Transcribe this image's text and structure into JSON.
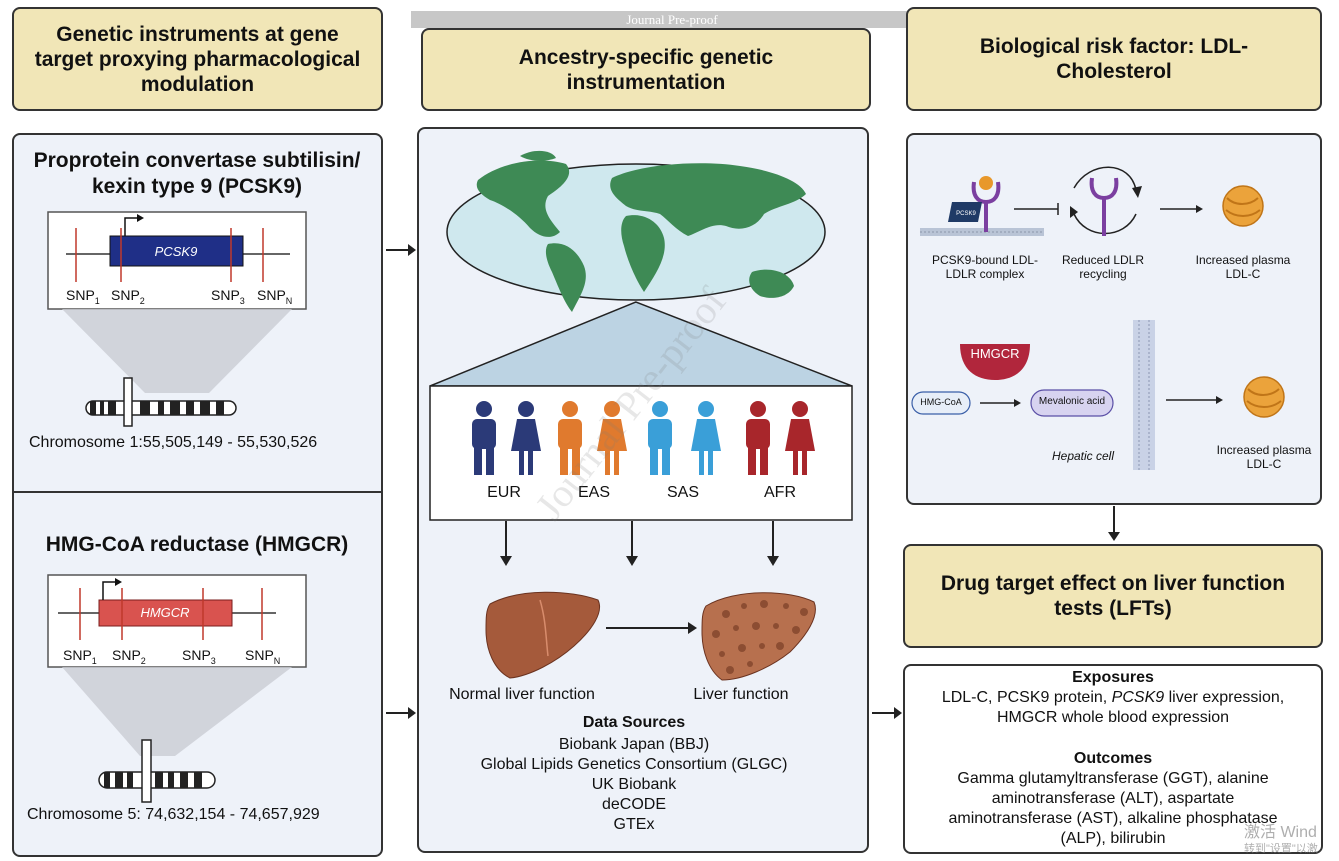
{
  "banner": "Journal Pre-proof",
  "watermark": "Journal Pre-proof",
  "headers": {
    "genetic_instruments": "Genetic instruments at gene target proxying pharmacological modulation",
    "ancestry": "Ancestry-specific genetic instrumentation",
    "risk_factor": "Biological risk factor: LDL-Cholesterol",
    "drug_target": "Drug target effect on liver function tests (LFTs)"
  },
  "pcsk9": {
    "title": "Proprotein convertase subtilisin/ kexin type 9 (PCSK9)",
    "gene": "PCSK9",
    "snps": [
      "SNP",
      "SNP",
      "SNP",
      "SNP"
    ],
    "snp_subs": [
      "1",
      "2",
      "3",
      "N"
    ],
    "chromosome": "Chromosome 1:55,505,149 - 55,530,526"
  },
  "hmgcr": {
    "title": "HMG-CoA reductase (HMGCR)",
    "gene": "HMGCR",
    "snps": [
      "SNP",
      "SNP",
      "SNP",
      "SNP"
    ],
    "snp_subs": [
      "1",
      "2",
      "3",
      "N"
    ],
    "chromosome": "Chromosome 5: 74,632,154 - 74,657,929"
  },
  "ancestry": {
    "groups": [
      "EUR",
      "EAS",
      "SAS",
      "AFR"
    ],
    "colors": [
      "#2b3a78",
      "#e07a2e",
      "#3a9fd8",
      "#a8262b"
    ],
    "normal_liver": "Normal liver function",
    "liver": "Liver function",
    "data_sources_title": "Data Sources",
    "data_sources": [
      "Biobank Japan (BBJ)",
      "Global Lipids Genetics Consortium (GLGC)",
      "UK Biobank",
      "deCODE",
      "GTEx"
    ]
  },
  "mechanism": {
    "pcsk9_label": "PCSK9",
    "complex": [
      "PCSK9-bound LDL-",
      "LDLR complex"
    ],
    "recycling": [
      "Reduced LDLR",
      "recycling"
    ],
    "plasma1": [
      "Increased plasma",
      "LDL-C"
    ],
    "hmgcr_label": "HMGCR",
    "hmgcoa": "HMG-CoA",
    "mevalonic": "Mevalonic acid",
    "hepatic": "Hepatic cell",
    "plasma2": [
      "Increased plasma",
      "LDL-C"
    ]
  },
  "outcomes": {
    "exposures_title": "Exposures",
    "exposures_l1a": "LDL-C, PCSK9 protein, ",
    "exposures_l1b": "PCSK9",
    "exposures_l1c": " liver expression,",
    "exposures_l2": "HMGCR whole blood expression",
    "outcomes_title": "Outcomes",
    "outcomes_lines": [
      "Gamma glutamyltransferase (GGT), alanine",
      "aminotransferase (ALT), aspartate",
      "aminotransferase (AST), alkaline phosphatase",
      "(ALP), bilirubin"
    ]
  },
  "os_overlay": [
    "激活 Wind",
    "转到\"设置\"以激"
  ]
}
